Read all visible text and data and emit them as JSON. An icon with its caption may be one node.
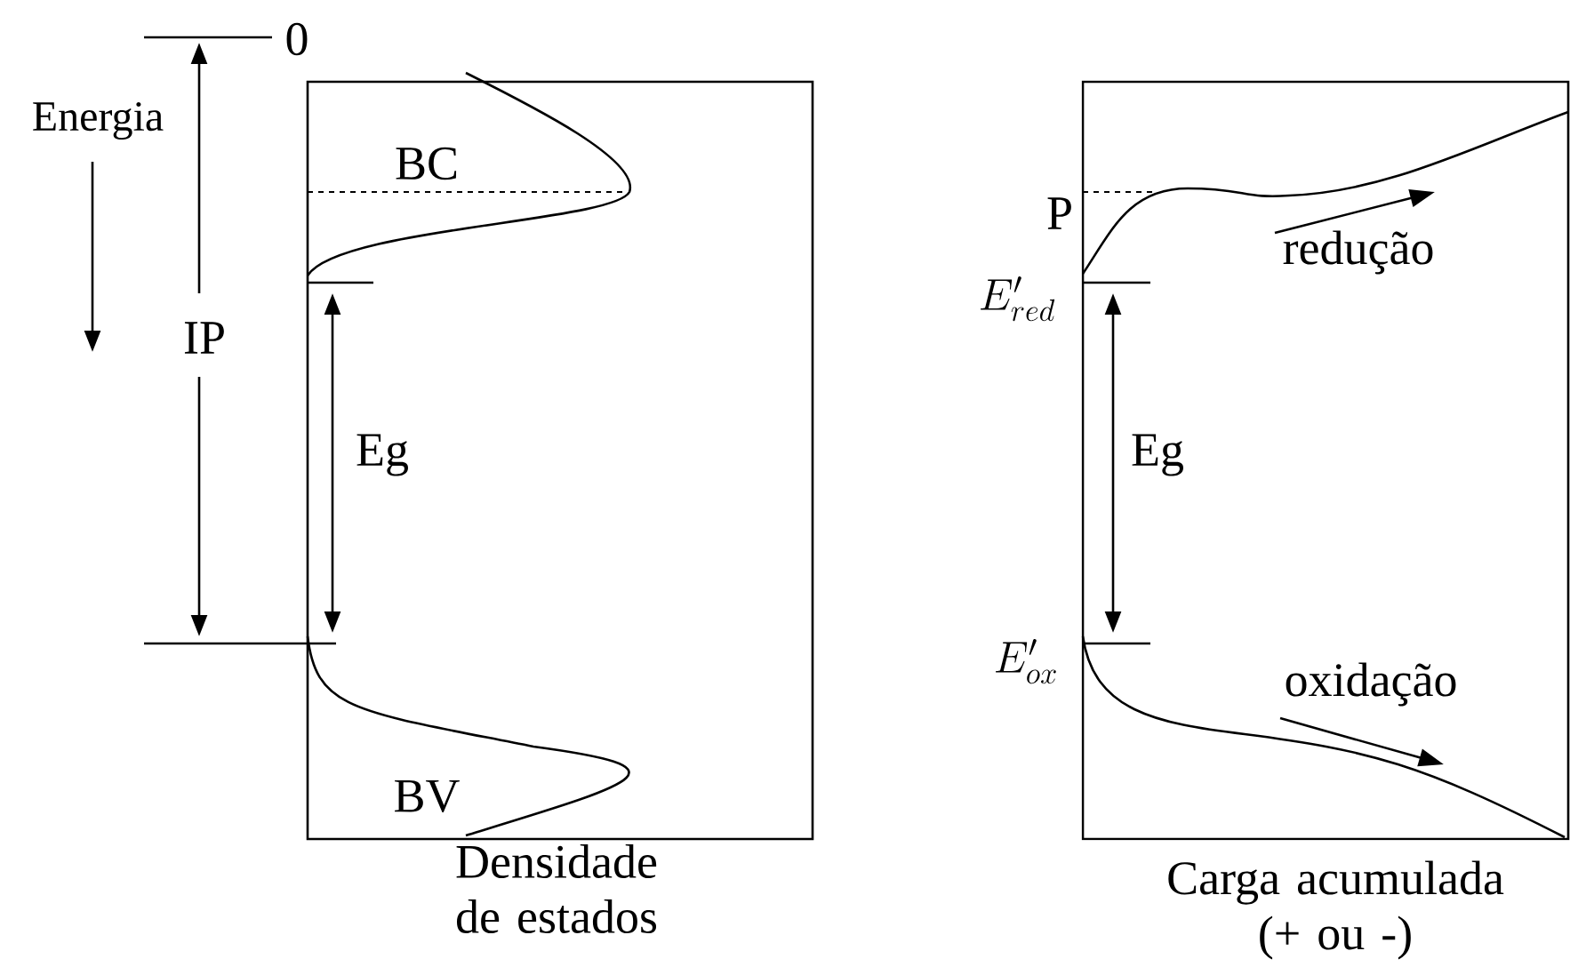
{
  "diagram": {
    "nodes": [
      {
        "text": [
          "Densidade de estados"
        ]
      },
      {
        "text": [
          "Carga acumulada (+ ou -)"
        ]
      }
    ],
    "labels": [
      "0",
      "Energia",
      "BC",
      "P",
      "redução",
      "E'_{red}",
      "IP",
      "Eg",
      "Eg",
      "E'_{ox}",
      "oxidação",
      "BV"
    ]
  }
}
